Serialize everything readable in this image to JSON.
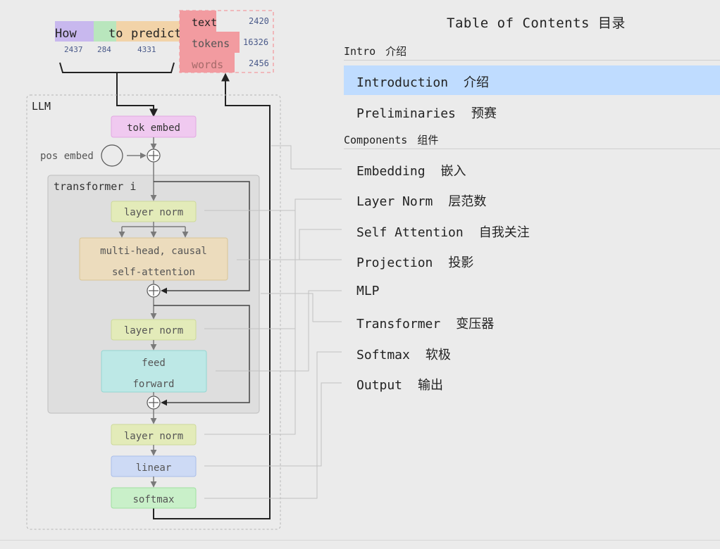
{
  "diagram": {
    "input_tokens": [
      {
        "text": "How",
        "id": "2437",
        "color": "#c8b8ee"
      },
      {
        "text": "to",
        "id": "284",
        "color": "#b9e6bd"
      },
      {
        "text": "predict",
        "id": "4331",
        "color": "#f2d3a8"
      }
    ],
    "legend": {
      "rows": [
        {
          "label": "text",
          "count": "2420"
        },
        {
          "label": "tokens",
          "count": "16326"
        },
        {
          "label": "words",
          "count": "2456"
        }
      ]
    },
    "llm_label": "LLM",
    "tok_embed": "tok embed",
    "pos_embed": "pos embed",
    "transformer_label": "transformer i",
    "layer_norm": "layer norm",
    "attention_line1": "multi-head, causal",
    "attention_line2": "self-attention",
    "ffn_line1": "feed",
    "ffn_line2": "forward",
    "final_layer_norm": "layer norm",
    "linear": "linear",
    "softmax": "softmax",
    "colors": {
      "tok_embed": "#f0c9f0",
      "layer_norm": "#e3ebb9",
      "attention": "#ecdcbd",
      "ffn": "#bde8e6",
      "linear": "#cddaf5",
      "softmax": "#c9f0c9",
      "legend_red": "#f29ba0",
      "active": "#bfdcff"
    }
  },
  "toc": {
    "title": "Table of Contents  目录",
    "sections": [
      {
        "label": "Intro",
        "cn": "介绍",
        "items": [
          {
            "label": "Introduction",
            "cn": "介绍",
            "active": true
          },
          {
            "label": "Preliminaries",
            "cn": "预赛"
          }
        ]
      },
      {
        "label": "Components",
        "cn": "组件",
        "items": [
          {
            "label": "Embedding",
            "cn": "嵌入"
          },
          {
            "label": "Layer Norm",
            "cn": "层范数"
          },
          {
            "label": "Self Attention",
            "cn": "自我关注"
          },
          {
            "label": "Projection",
            "cn": "投影"
          },
          {
            "label": "MLP",
            "cn": ""
          },
          {
            "label": "Transformer",
            "cn": "变压器"
          },
          {
            "label": "Softmax",
            "cn": "软极"
          },
          {
            "label": "Output",
            "cn": "输出"
          }
        ]
      }
    ]
  }
}
